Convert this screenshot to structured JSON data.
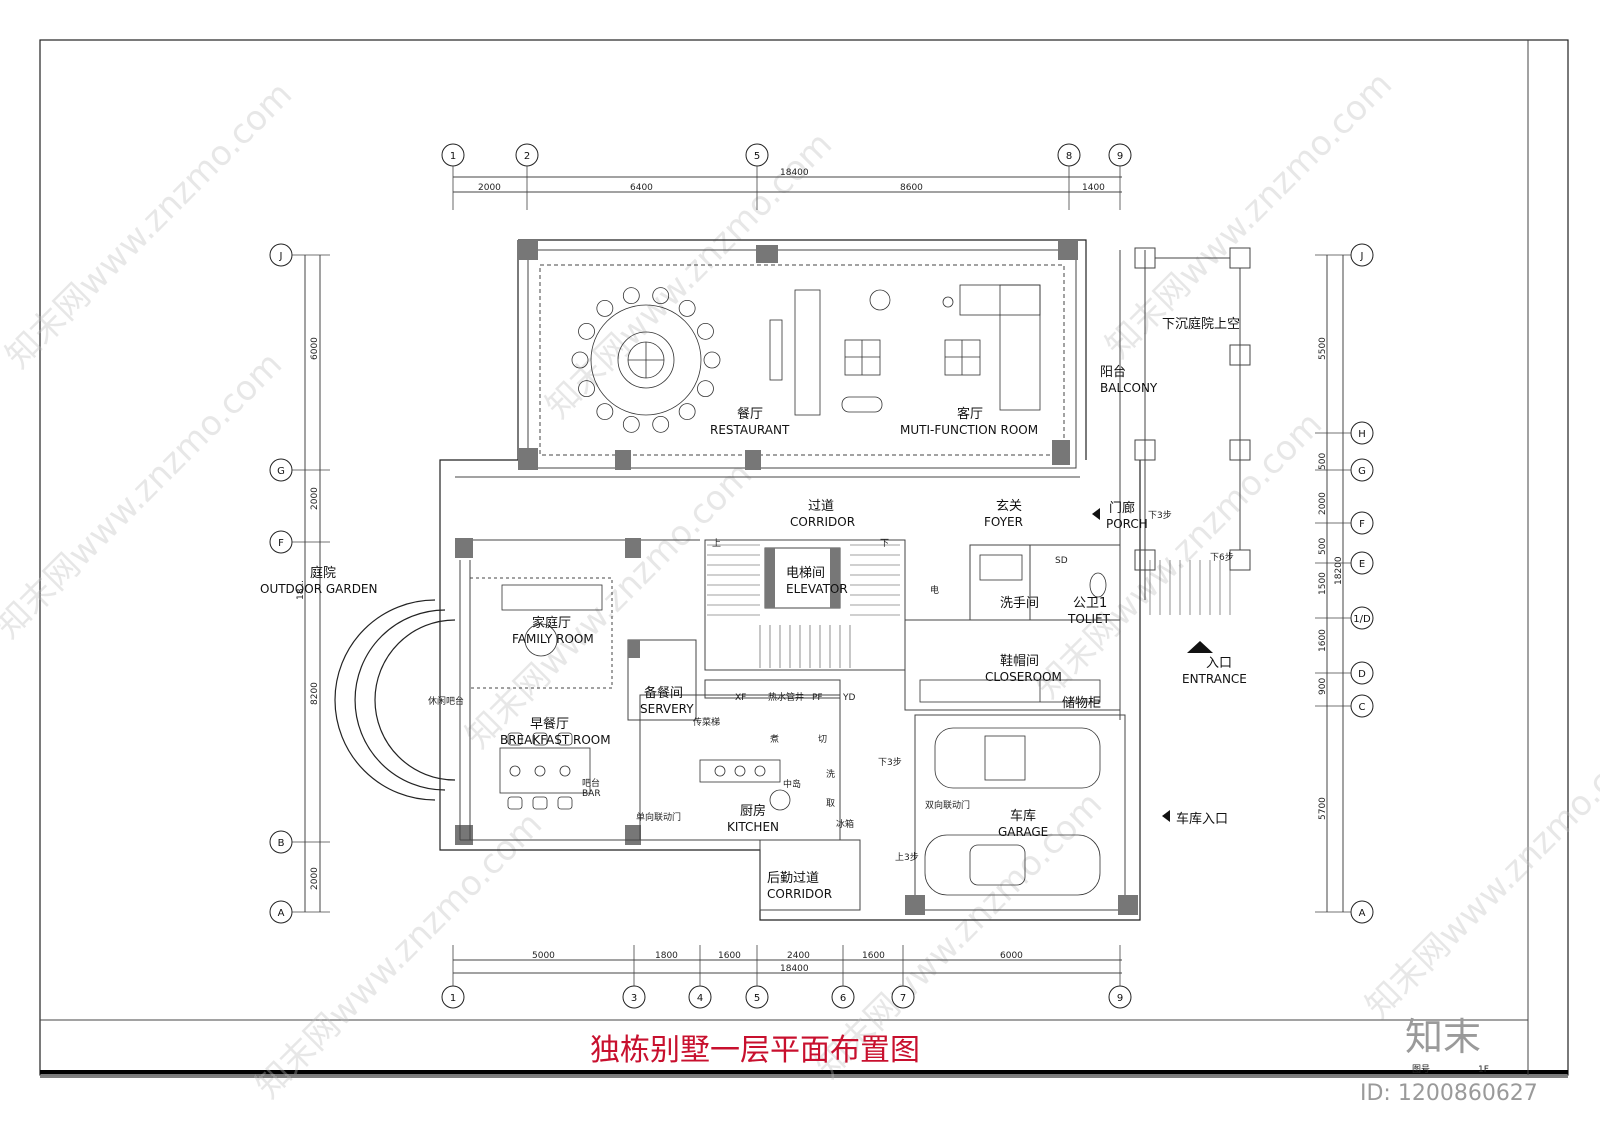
{
  "title": "独栋别墅一层平面布置图",
  "watermark": "知末网www.znzmo.com",
  "logo": "知末",
  "id_label": "ID: 1200860627",
  "sheet_label": "图号",
  "sheet_value": "1F",
  "axes_top": [
    "1",
    "2",
    "5",
    "8",
    "9"
  ],
  "axes_bottom": [
    "1",
    "3",
    "4",
    "5",
    "6",
    "7",
    "9"
  ],
  "axes_left": [
    "J",
    "G",
    "F",
    "B",
    "A"
  ],
  "axes_right": [
    "J",
    "H",
    "G",
    "F",
    "E",
    "1/D",
    "D",
    "C",
    "A"
  ],
  "dims_top": {
    "total": "18400",
    "segs": [
      "2000",
      "6400",
      "8600",
      "1400"
    ]
  },
  "dims_bottom": {
    "total": "18400",
    "segs": [
      "5000",
      "1800",
      "1600",
      "2400",
      "1600",
      "6000"
    ]
  },
  "dims_left": {
    "segs": [
      "6000",
      "2000",
      "8200",
      "2000"
    ],
    "total": "18..."
  },
  "dims_right": {
    "segs": [
      "5500",
      "500",
      "2000",
      "500",
      "1500",
      "1600",
      "900",
      "5700"
    ],
    "total": "18200"
  },
  "rooms": {
    "restaurant": {
      "cn": "餐厅",
      "en": "RESTAURANT"
    },
    "living": {
      "cn": "客厅",
      "en": "MUTI-FUNCTION ROOM"
    },
    "balcony": {
      "cn": "阳台",
      "en": "BALCONY"
    },
    "sunken": {
      "cn": "下沉庭院上空"
    },
    "corridor": {
      "cn": "过道",
      "en": "CORRIDOR"
    },
    "foyer": {
      "cn": "玄关",
      "en": "FOYER"
    },
    "porch": {
      "cn": "门廊",
      "en": "PORCH"
    },
    "garden": {
      "cn": "庭院",
      "en": "OUTDOOR GARDEN"
    },
    "elevator": {
      "cn": "电梯间",
      "en": "ELEVATOR"
    },
    "wash": {
      "cn": "洗手间"
    },
    "toilet": {
      "cn": "公卫1",
      "en": "TOLIET"
    },
    "family": {
      "cn": "家庭厅",
      "en": "FAMILY ROOM"
    },
    "servery": {
      "cn": "备餐间",
      "en": "SERVERY"
    },
    "closeroom": {
      "cn": "鞋帽间",
      "en": "CLOSEROOM"
    },
    "storage": {
      "cn": "储物柜"
    },
    "entrance": {
      "cn": "入口",
      "en": "ENTRANCE"
    },
    "breakfast": {
      "cn": "早餐厅",
      "en": "BREAKFAST ROOM"
    },
    "kitchen": {
      "cn": "厨房",
      "en": "KITCHEN"
    },
    "garage": {
      "cn": "车库",
      "en": "GARAGE"
    },
    "garage_entry": {
      "cn": "车库入口"
    },
    "back_corridor": {
      "cn": "后勤过道",
      "en": "CORRIDOR"
    }
  },
  "notes": {
    "down3a": "下3步",
    "down6": "下6步",
    "down3b": "下3步",
    "up3": "上3步",
    "bar": "吧台",
    "bar_en": "BAR",
    "island": "中岛",
    "fridge": "冰箱",
    "door_kitchen": "单向联动门",
    "door_garage": "双向联动门",
    "xf": "XF",
    "pipe": "热水管井",
    "pf": "PF",
    "yd": "YD",
    "sd": "SD",
    "cook": "煮",
    "cut": "切",
    "wash": "洗",
    "take": "取",
    "trans": "传菜梯",
    "leisure": "休闲吧台",
    "elec": "电",
    "up": "上",
    "down": "下"
  }
}
